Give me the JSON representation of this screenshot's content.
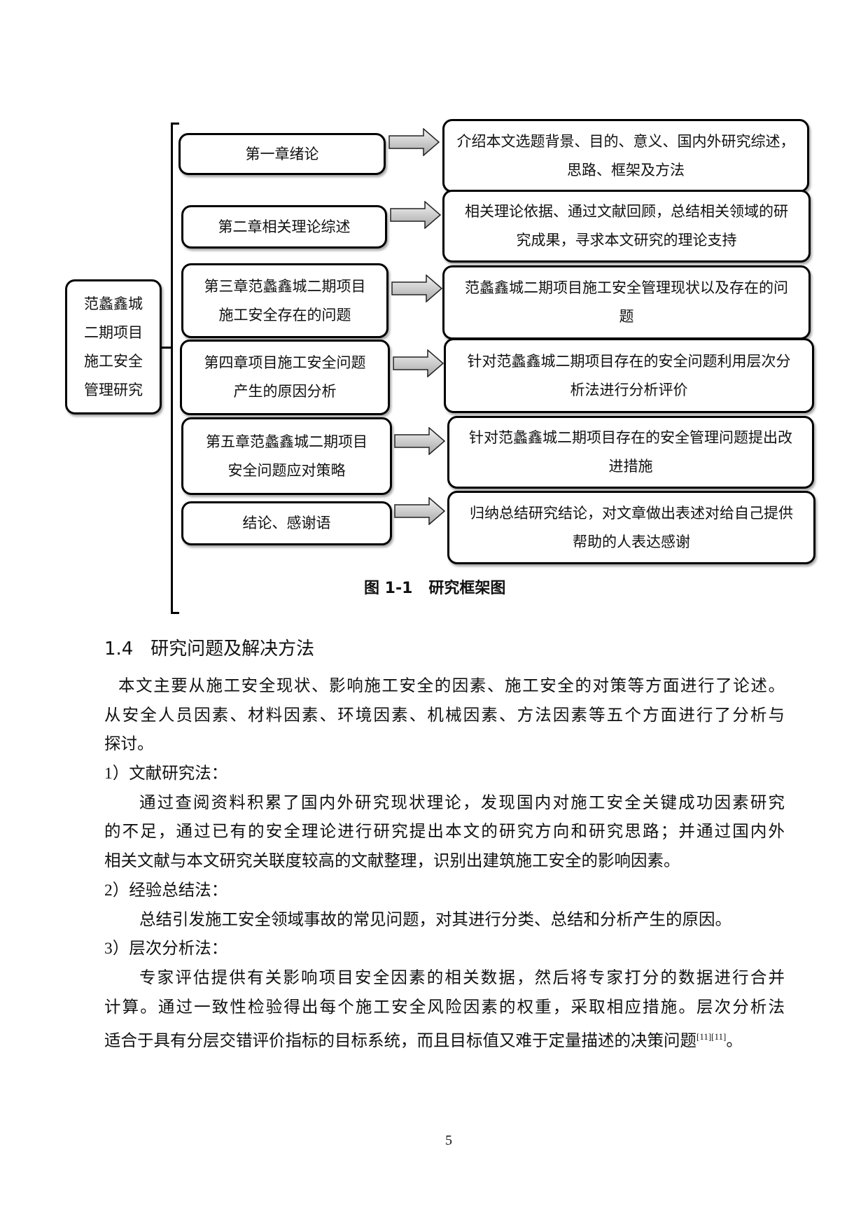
{
  "figure": {
    "root": [
      "范蠡鑫城",
      "二期项目",
      "施工安全",
      "管理研究"
    ],
    "chapters": [
      {
        "label": [
          "第一章绪论"
        ],
        "description": [
          "介绍本文选题背景、目的、意义、国内外研究综述，",
          "思路、框架及方法"
        ]
      },
      {
        "label": [
          "第二章相关理论综述"
        ],
        "description": [
          "相关理论依据、通过文献回顾，总结相关领域的研",
          "究成果，寻求本文研究的理论支持"
        ]
      },
      {
        "label": [
          "第三章范蠡鑫城二期项目",
          "施工安全存在的问题"
        ],
        "description": [
          "范蠡鑫城二期项目施工安全管理现状以及存在的问",
          "题"
        ]
      },
      {
        "label": [
          "第四章项目施工安全问题",
          "产生的原因分析"
        ],
        "description": [
          "针对范蠡鑫城二期项目存在的安全问题利用层次分",
          "析法进行分析评价"
        ]
      },
      {
        "label": [
          "第五章范蠡鑫城二期项目",
          "安全问题应对策略"
        ],
        "description": [
          "针对范蠡鑫城二期项目存在的安全管理问题提出改",
          "进措施"
        ]
      },
      {
        "label": [
          "结论、感谢语"
        ],
        "description": [
          "归纳总结研究结论，对文章做出表述对给自己提供",
          "帮助的人表达感谢"
        ]
      }
    ],
    "caption": "图 1-1   研究框架图"
  },
  "section": {
    "heading": "1.4   研究问题及解决方法",
    "lines": [
      "本文主要从施工安全现状、影响施工安全的因素、施工安全的对策等方面进行了论述。",
      "从安全人员因素、材料因素、环境因素、机械因素、方法因素等五个方面进行了分析与",
      "探讨。",
      "1）文献研究法：",
      "通过查阅资料积累了国内外研究现状理论，发现国内对施工安全关键成功因素研究",
      "的不足，通过已有的安全理论进行研究提出本文的研究方向和研究思路；并通过国内外",
      "相关文献与本文研究关联度较高的文献整理，识别出建筑施工安全的影响因素。",
      "2）经验总结法：",
      "总结引发施工安全领域事故的常见问题，对其进行分类、总结和分析产生的原因。",
      "3）层次分析法：",
      "专家评估提供有关影响项目安全因素的相关数据，然后将专家打分的数据进行合并",
      "计算。通过一致性检验得出每个施工安全风险因素的权重，采取相应措施。层次分析法",
      "适合于具有分层交错评价指标的目标系统，而且目标值又难于定量描述的决策问题"
    ],
    "citation": "[11][11]",
    "final_punct": "。"
  },
  "page_number": "5"
}
